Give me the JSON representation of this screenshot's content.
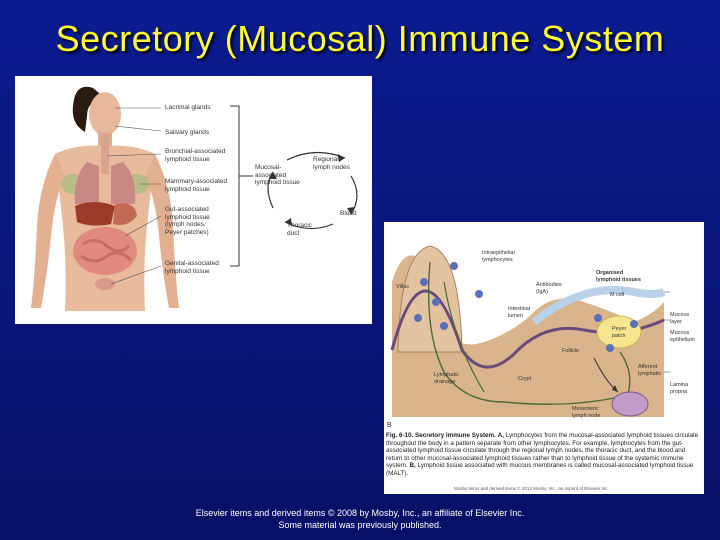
{
  "slide": {
    "title": "Secretory (Mucosal) Immune System",
    "footer_line1": "Elsevier items and derived items © 2008 by Mosby, Inc., an affiliate of Elsevier Inc.",
    "footer_line2": "Some material was previously published.",
    "title_color": "#ffff33",
    "background_color": "#0b1a8f"
  },
  "figure_a": {
    "tissue_labels": [
      "Lacrimal glands",
      "Salivary glands",
      "Bronchial-associated\nlymphoid tissue",
      "Mammary-associated\nlymphoid tissue",
      "Gut-associated\nlymphoid tissue\n(lymph nodes,\nPeyer patches)",
      "Genital-associated\nlymphoid tissue"
    ],
    "cycle_labels": {
      "malt": "Mucosal-\nassociated\nlymphoid tissue",
      "regional": "Regional\nlymph nodes",
      "blood": "Blood",
      "thoracic": "Thoracic\nduct"
    }
  },
  "figure_b": {
    "panel_letter": "B",
    "labels": {
      "villus": "Villus",
      "intraepithelial": "Intraepithelial\nlymphocytes",
      "antibodies": "Antibodies\n(IgA)",
      "organised": "Organised\nlymphoid tissues",
      "m_cell": "M cell",
      "mucous_layer": "Mucous\nlayer",
      "mucous_epithelium": "Mucous\nepithelium",
      "intestinal_lumen": "Intestinal\nlumen",
      "peyer_patch": "Peyer\npatch",
      "follicle": "Follicle",
      "afferent": "Afferent\nlymphatic",
      "lymphatic_drainage": "Lymphatic\ndrainage",
      "crypt": "Crypt",
      "lamina_propria": "Lamina\npropria",
      "mesenteric": "Mesenteric\nlymph node"
    },
    "caption_figure": "Fig. 6-10. Secretory Immune System.",
    "caption_a": "A,",
    "caption_text_1": " Lymphocytes from the mucosal-associated lymphoid tissues circulate throughout the body in a pattern separate from other lymphocytes. For example, lymphocytes from the gut-associated lymphoid tissue circulate through the regional lymph nodes, the thoracic duct, and the blood and return to other mucosal-associated lymphoid tissues rather than to lymphoid tissue of the systemic immune system. ",
    "caption_b": "B,",
    "caption_text_2": " Lymphoid tissue associated with mucous membranes is called mucosal-associated lymphoid tissue (MALT).",
    "credit": "Mosby items and derived items © 2012 Mosby, Inc., an imprint of Elsevier Inc."
  }
}
